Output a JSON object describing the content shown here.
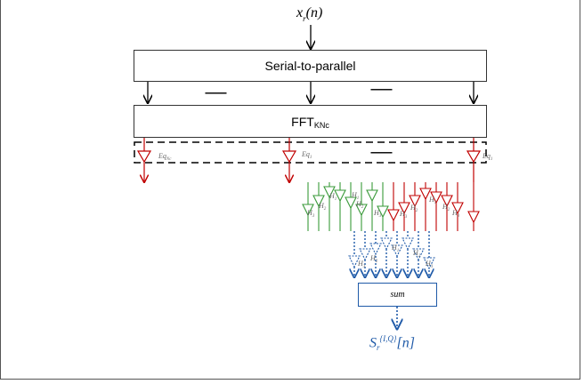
{
  "input_signal": {
    "base": "x",
    "sub": "r",
    "arg": "(n)"
  },
  "serial_to_parallel_label": "Serial-to-parallel",
  "fft": {
    "base": "FFT",
    "sub": "KNc"
  },
  "ellipsis": "--------",
  "equalizers": [
    {
      "base": "Eq",
      "sub": "Nc"
    },
    {
      "base": "Eq",
      "sub": "1"
    },
    {
      "base": "Eq",
      "sub": "1"
    }
  ],
  "channel_labels": [
    "H",
    "H",
    "H",
    "H"
  ],
  "channel_subs": [
    "1",
    "2",
    "3",
    "4"
  ],
  "sum_label": "sum",
  "output_signal": {
    "base": "S",
    "sub": "r",
    "sup": "{I,Q}",
    "arg": "[n]"
  },
  "colors": {
    "equalizer": "#c00000",
    "green_branch": "#3a9a3a",
    "blue_branch": "#1f5aa8",
    "outline": "#333333"
  }
}
